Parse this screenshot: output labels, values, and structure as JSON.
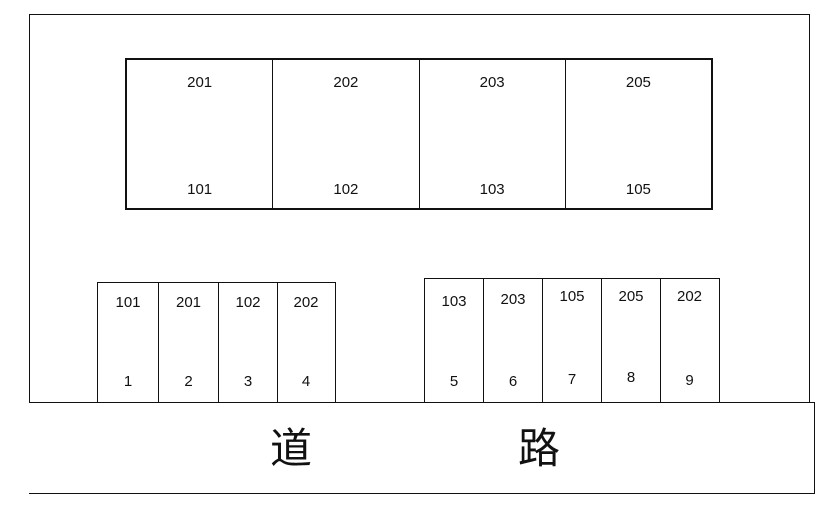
{
  "building": {
    "units": [
      {
        "upper": "201",
        "lower": "101"
      },
      {
        "upper": "202",
        "lower": "102"
      },
      {
        "upper": "203",
        "lower": "103"
      },
      {
        "upper": "205",
        "lower": "105"
      }
    ]
  },
  "parking": {
    "left_group": [
      {
        "room": "101",
        "number": "1"
      },
      {
        "room": "201",
        "number": "2"
      },
      {
        "room": "102",
        "number": "3"
      },
      {
        "room": "202",
        "number": "4"
      }
    ],
    "right_group": [
      {
        "room": "103",
        "number": "5"
      },
      {
        "room": "203",
        "number": "6"
      },
      {
        "room": "105",
        "number": "7"
      },
      {
        "room": "205",
        "number": "8"
      },
      {
        "room": "202",
        "number": "9"
      }
    ]
  },
  "road": {
    "char1": "道",
    "char2": "路"
  }
}
